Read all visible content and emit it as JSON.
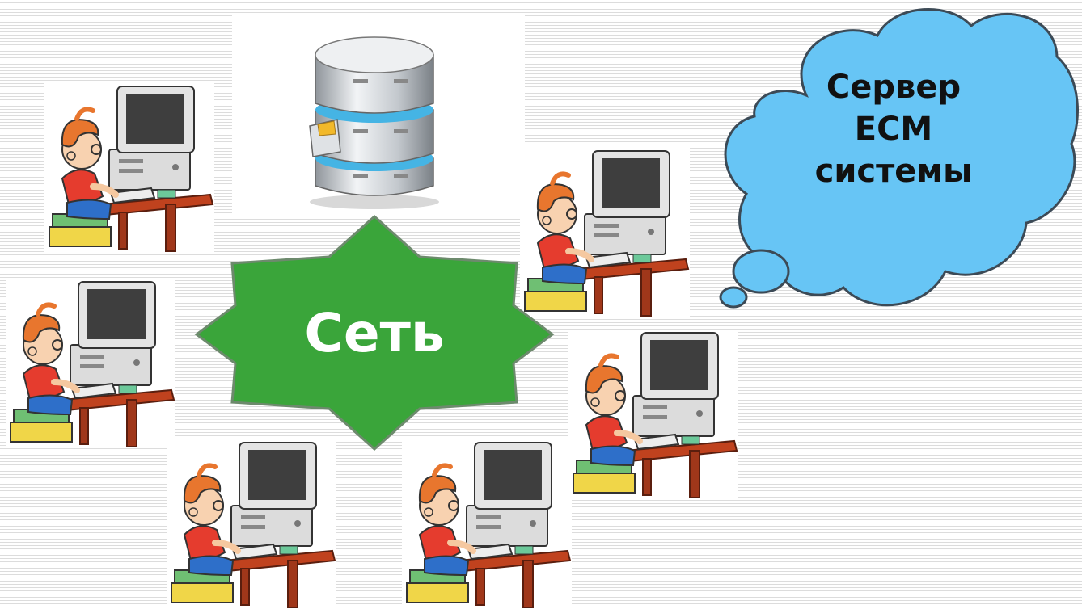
{
  "center": {
    "label": "Сеть"
  },
  "cloud": {
    "lines": [
      "Сервер",
      "ECM",
      "системы"
    ]
  },
  "colors": {
    "star_fill": "#3aa53a",
    "star_stroke": "#6d8a6d",
    "cloud_fill": "#67c5f5",
    "cloud_stroke": "#3c4a56"
  },
  "icons": {
    "server": "database-server-icon",
    "workstation": "boy-at-computer-icon"
  },
  "workstation_count": 6
}
